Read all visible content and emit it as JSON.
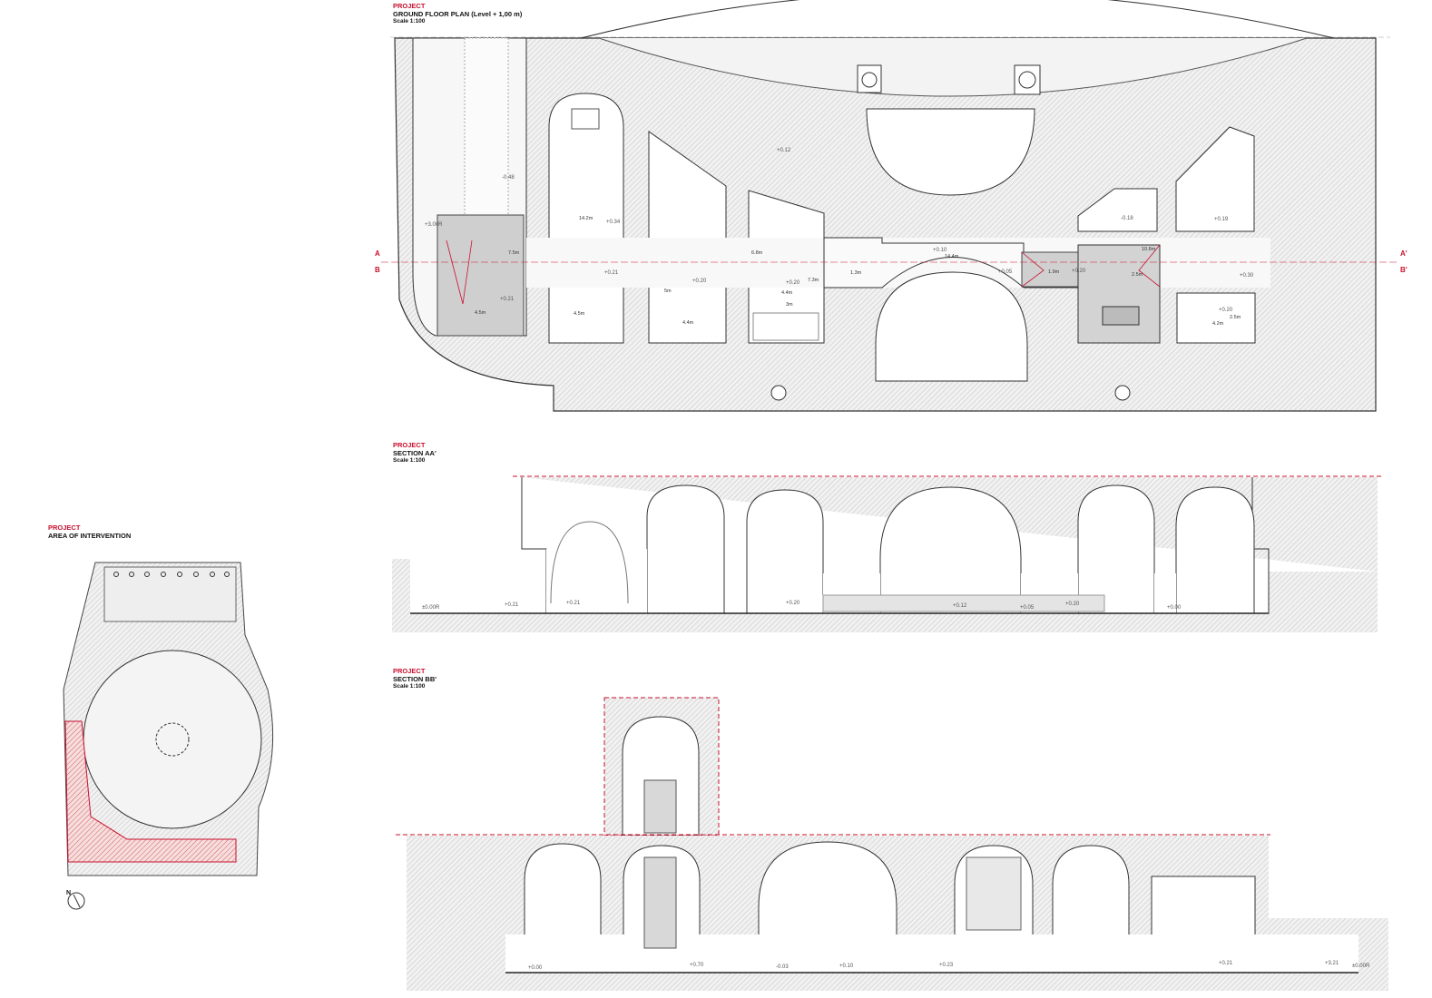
{
  "colors": {
    "accent": "#c8102e",
    "wall_hatch": "#d9d9d9",
    "line": "#222222",
    "fill_gray": "#cfcfcf"
  },
  "plan": {
    "label": "PROJECT",
    "title": "GROUND FLOOR PLAN (Level + 1,00 m)",
    "scale": "Scale 1:100",
    "section_markers": {
      "a": "A",
      "b": "B",
      "a_prime": "A'",
      "b_prime": "B'"
    },
    "levels": [
      "+3.00R",
      "-0.48",
      "+0.21",
      "+0.34",
      "+0.21",
      "+0.20",
      "+0.20",
      "+0.12",
      "+0.10",
      "+0.05",
      "+0.20",
      "-0.18",
      "+0.19",
      "+0.30",
      "+0.20"
    ],
    "dimensions": [
      "7.5m",
      "4.5m",
      "14.2m",
      "4.5m",
      "5m",
      "4.4m",
      "6.8m",
      "4.4m",
      "7.3m",
      "3m",
      "1.3m",
      "14.4m",
      "1.9m",
      "2.5m",
      "10.8m",
      "4.2m",
      "2.5m"
    ]
  },
  "section_aa": {
    "label": "PROJECT",
    "title": "SECTION AA'",
    "scale": "Scale 1:100",
    "levels": [
      "±0.00R",
      "+0.21",
      "+0.21",
      "+0.20",
      "+0.12",
      "+0.05",
      "+0.20",
      "+0.00"
    ]
  },
  "section_bb": {
    "label": "PROJECT",
    "title": "SECTION BB'",
    "scale": "Scale 1:100",
    "levels": [
      "+0.00",
      "+0.70",
      "-0.03",
      "+0.10",
      "+0.23",
      "+0.21",
      "+3.21",
      "±0.00R"
    ]
  },
  "area": {
    "label": "PROJECT",
    "title": "AREA OF INTERVENTION",
    "north": "N"
  }
}
